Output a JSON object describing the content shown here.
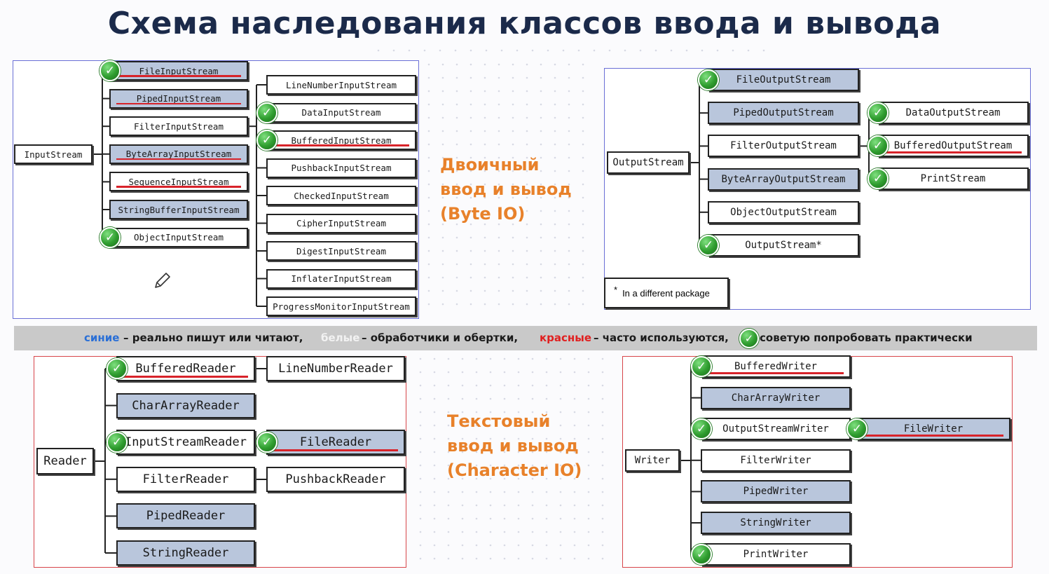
{
  "title": "Схема наследования классов ввода и вывода",
  "byte_io_label": [
    "Двоичный",
    "ввод и вывод",
    "(Byte IO)"
  ],
  "char_io_label": [
    "Текстовый",
    "ввод и вывод",
    "(Character IO)"
  ],
  "legend": {
    "blue_word": "синие",
    "blue_text": "– реально пишут или читают,",
    "white_word": "белые",
    "white_text": "– обработчики и обертки,",
    "red_word": "красные",
    "red_text": "– часто используются,",
    "check_text": "советую попробовать практически"
  },
  "note": {
    "star": "*",
    "text": "In a different package"
  },
  "colors": {
    "blue_fill": "#b9c6dc",
    "red_underline": "#d8232a",
    "orange_label": "#e8812a",
    "check_green": "#2f9d2f",
    "legend_bar": "#c9c9c9"
  },
  "input_stream": {
    "root": "InputStream",
    "children": [
      {
        "name": "FileInputStream",
        "style": "blue",
        "check": true,
        "red": true
      },
      {
        "name": "PipedInputStream",
        "style": "blue",
        "check": false,
        "red": true
      },
      {
        "name": "FilterInputStream",
        "style": "white",
        "check": false,
        "red": false
      },
      {
        "name": "ByteArrayInputStream",
        "style": "blue",
        "check": false,
        "red": true
      },
      {
        "name": "SequenceInputStream",
        "style": "white",
        "check": false,
        "red": true
      },
      {
        "name": "StringBufferInputStream",
        "style": "blue",
        "check": false,
        "red": false
      },
      {
        "name": "ObjectInputStream",
        "style": "white",
        "check": true,
        "red": false
      }
    ],
    "filters": [
      {
        "name": "LineNumberInputStream",
        "check": false,
        "red": false
      },
      {
        "name": "DataInputStream",
        "check": true,
        "red": false
      },
      {
        "name": "BufferedInputStream",
        "check": true,
        "red": true
      },
      {
        "name": "PushbackInputStream",
        "check": false,
        "red": false
      },
      {
        "name": "CheckedInputStream",
        "check": false,
        "red": false
      },
      {
        "name": "CipherInputStream",
        "check": false,
        "red": false
      },
      {
        "name": "DigestInputStream",
        "check": false,
        "red": false
      },
      {
        "name": "InflaterInputStream",
        "check": false,
        "red": false
      },
      {
        "name": "ProgressMonitorInputStream",
        "check": false,
        "red": false
      }
    ]
  },
  "output_stream": {
    "root": "OutputStream",
    "children": [
      {
        "name": "FileOutputStream",
        "style": "blue",
        "check": true,
        "red": false
      },
      {
        "name": "PipedOutputStream",
        "style": "blue",
        "check": false,
        "red": false
      },
      {
        "name": "FilterOutputStream",
        "style": "white",
        "check": false,
        "red": false
      },
      {
        "name": "ByteArrayOutputStream",
        "style": "blue",
        "check": false,
        "red": false
      },
      {
        "name": "ObjectOutputStream",
        "style": "white",
        "check": false,
        "red": false
      },
      {
        "name": "OutputStream*",
        "style": "white",
        "check": true,
        "red": false
      }
    ],
    "filters": [
      {
        "name": "DataOutputStream",
        "check": true,
        "red": false
      },
      {
        "name": "BufferedOutputStream",
        "check": true,
        "red": true
      },
      {
        "name": "PrintStream",
        "check": true,
        "red": false
      }
    ]
  },
  "reader": {
    "root": "Reader",
    "children": [
      {
        "name": "BufferedReader",
        "style": "white",
        "check": true,
        "red": true
      },
      {
        "name": "CharArrayReader",
        "style": "blue",
        "check": false,
        "red": false
      },
      {
        "name": "InputStreamReader",
        "style": "white",
        "check": true,
        "red": false
      },
      {
        "name": "FilterReader",
        "style": "white",
        "check": false,
        "red": false
      },
      {
        "name": "PipedReader",
        "style": "blue",
        "check": false,
        "red": false
      },
      {
        "name": "StringReader",
        "style": "blue",
        "check": false,
        "red": false
      }
    ],
    "right": [
      {
        "name": "LineNumberReader",
        "style": "white",
        "check": false,
        "red": false
      },
      {
        "name": "FileReader",
        "style": "blue",
        "check": true,
        "red": true
      },
      {
        "name": "PushbackReader",
        "style": "white",
        "check": false,
        "red": false
      }
    ]
  },
  "writer": {
    "root": "Writer",
    "children": [
      {
        "name": "BufferedWriter",
        "style": "white",
        "check": true,
        "red": true
      },
      {
        "name": "CharArrayWriter",
        "style": "blue",
        "check": false,
        "red": false
      },
      {
        "name": "OutputStreamWriter",
        "style": "white",
        "check": true,
        "red": false
      },
      {
        "name": "FilterWriter",
        "style": "white",
        "check": false,
        "red": false
      },
      {
        "name": "PipedWriter",
        "style": "blue",
        "check": false,
        "red": false
      },
      {
        "name": "StringWriter",
        "style": "blue",
        "check": false,
        "red": false
      },
      {
        "name": "PrintWriter",
        "style": "white",
        "check": true,
        "red": false
      }
    ],
    "right": [
      {
        "name": "FileWriter",
        "style": "blue",
        "check": true,
        "red": true
      }
    ]
  }
}
